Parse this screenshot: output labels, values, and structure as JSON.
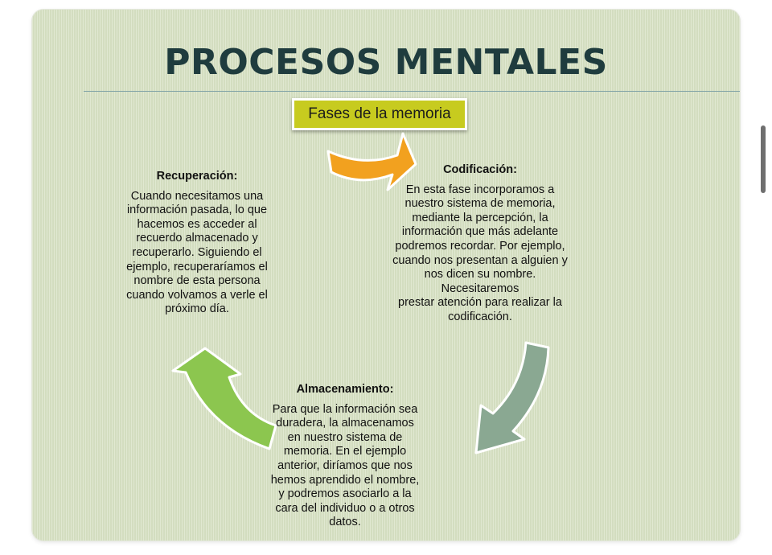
{
  "slide": {
    "title": "PROCESOS MENTALES",
    "subtitle": "Fases de la memoria"
  },
  "phases": {
    "recuperacion": {
      "title": "Recuperación:",
      "body": "Cuando necesitamos una\ninformación pasada, lo que\nhacemos es acceder al\nrecuerdo almacenado y\nrecuperarlo. Siguiendo el\nejemplo, recuperaríamos el\nnombre de esta persona\ncuando volvamos a verle el\npróximo día."
    },
    "codificacion": {
      "title": "Codificación:",
      "body": "En esta fase incorporamos a\nnuestro sistema de memoria,\nmediante la percepción, la\ninformación que más adelante\npodremos recordar. Por ejemplo,\ncuando nos presentan a alguien y\nnos dicen su nombre.\nNecesitaremos\nprestar atención para realizar la\ncodificación."
    },
    "almacenamiento": {
      "title": "Almacenamiento:",
      "body": "Para que la información sea\nduradera, la almacenamos\nen nuestro sistema de\nmemoria. En el ejemplo\nanterior, diríamos que nos\nhemos aprendido el nombre,\ny podremos asociarlo a la\ncara del individuo o a otros\ndatos."
    }
  },
  "colors": {
    "slide_background": "#d8e2c4",
    "title": "#1f3c3e",
    "subtitle_box": "#c7cb1f",
    "arrow_top": "#f2a11f",
    "arrow_right": "#8aa892",
    "arrow_left": "#8cc64f"
  }
}
